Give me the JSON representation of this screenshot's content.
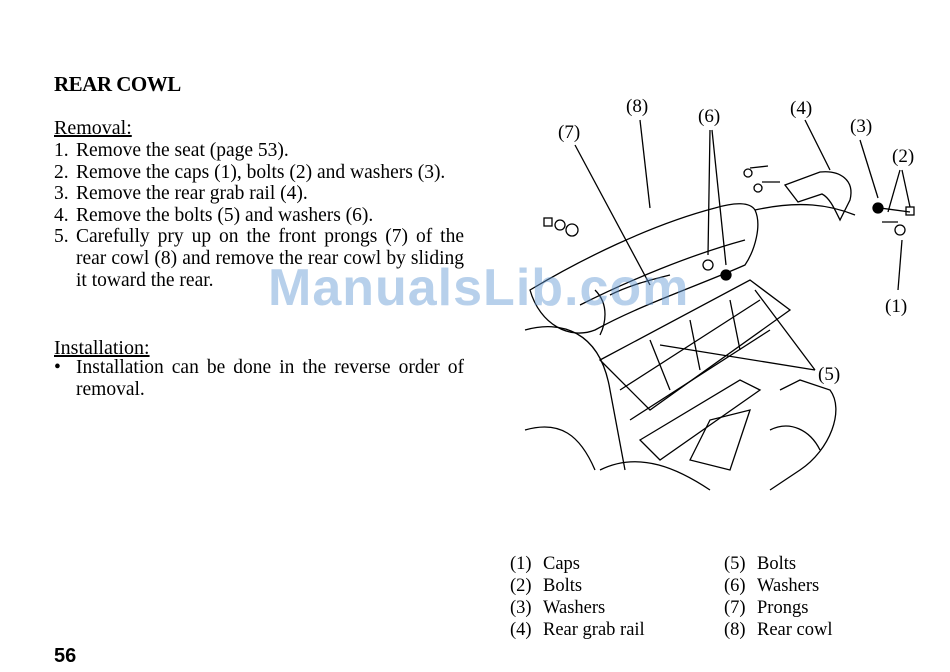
{
  "title": "REAR COWL",
  "removal": {
    "heading": "Removal:",
    "steps": [
      {
        "num": "1.",
        "text": "Remove the seat (page 53)."
      },
      {
        "num": "2.",
        "text": "Remove the caps (1), bolts (2) and washers (3)."
      },
      {
        "num": "3.",
        "text": "Remove the rear grab rail (4)."
      },
      {
        "num": "4.",
        "text": "Remove the bolts (5) and washers (6)."
      },
      {
        "num": "5.",
        "text": "Carefully pry up on the front prongs (7) of the rear cowl (8) and remove the rear cowl by sliding it toward the rear."
      }
    ]
  },
  "installation": {
    "heading": "Installation:",
    "bullet": "•",
    "text": "Installation can be done in the reverse order of removal."
  },
  "diagram": {
    "callouts": [
      "(8)",
      "(7)",
      "(6)",
      "(4)",
      "(3)",
      "(2)",
      "(1)",
      "(5)"
    ]
  },
  "legend": {
    "left": [
      {
        "num": "(1)",
        "label": "Caps"
      },
      {
        "num": "(2)",
        "label": "Bolts"
      },
      {
        "num": "(3)",
        "label": "Washers"
      },
      {
        "num": "(4)",
        "label": "Rear grab rail"
      }
    ],
    "right": [
      {
        "num": "(5)",
        "label": "Bolts"
      },
      {
        "num": "(6)",
        "label": "Washers"
      },
      {
        "num": "(7)",
        "label": "Prongs"
      },
      {
        "num": "(8)",
        "label": "Rear cowl"
      }
    ]
  },
  "page_number": "56",
  "watermark": {
    "text": "ManualsLib",
    "suffix": ".com"
  }
}
